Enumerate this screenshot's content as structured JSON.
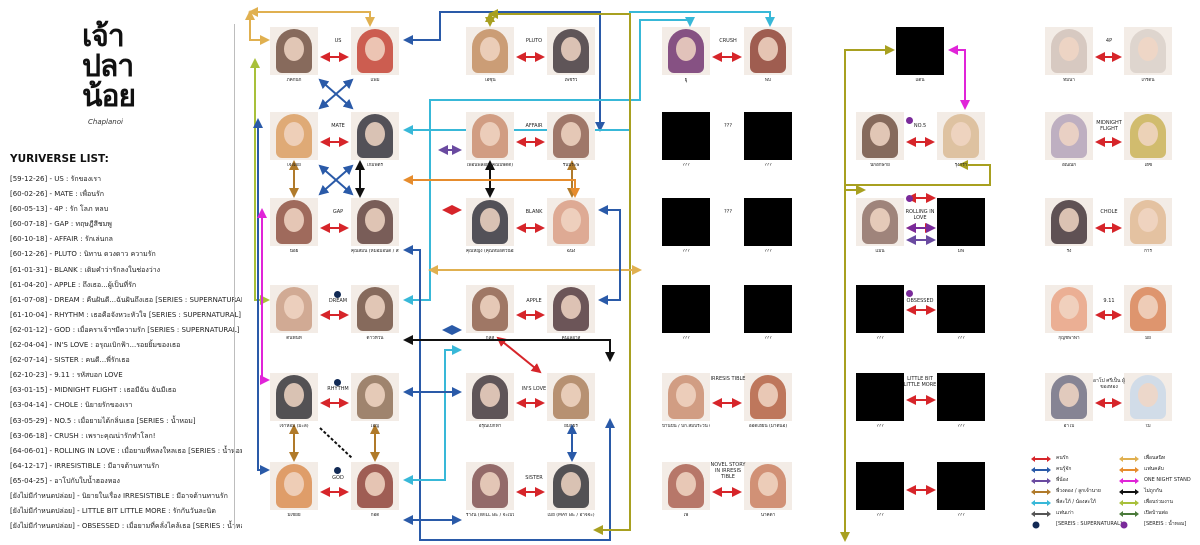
{
  "logo": {
    "lines": [
      "เจ้า",
      "ปลา",
      "น้อย"
    ],
    "signature": "Chaplanoi"
  },
  "list_title": "YURIVERSE LIST:",
  "list": [
    "[59-12-26] - US : รักของเรา",
    "[60-02-26] - MATE : เพื่อนรัก",
    "[60-05-13] - 4P : รัก โลภ หลบ",
    "[60-07-18] - GAP : ทฤษฎีสีชมพู",
    "[60-10-18] - AFFAIR : รักเล่นกล",
    "[60-12-26] - PLUTO : นิทาน ดวงดาว ความรัก",
    "[61-01-31] - BLANK : เติมคำว่ารักลงในช่องว่าง",
    "[61-04-20] - APPLE : ถึงเธอ...ผู้เป็นที่รัก",
    "[61-07-08] - DREAM : คืนฝันดี...ฉันฝันถึงเธอ [SERIES : SUPERNATURAL]",
    "[61-10-04] - RHYTHM : เธอคือจังหวะหัวใจ [SERIES : SUPERNATURAL]",
    "[62-01-12] - GOD : เมื่อคราเจ้าฯมีความรัก [SERIES : SUPERNATURAL]",
    "[62-04-04] - IN'S LOVE : อรุณเบิกฟ้า...รอยยิ้มของเธอ",
    "[62-07-14] - SISTER : คนดี...พี่รักเธอ",
    "[62-10-23] - 9.11 : รหัสบอก LOVE",
    "[63-01-15] - MIDNIGHT FLIGHT : เธอมีฉัน ฉันมีเธอ",
    "[63-04-14] - CHOLE : นิยายรักของเรา",
    "[63-05-29] - NO.5 : เมื่อยามได้กลิ่นเธอ [SERIES : น้ำหอม]",
    "[63-06-18] - CRUSH : เพราะคุณน่ารักทำโลก!",
    "[64-06-01] - ROLLING IN LOVE : เมื่อยามที่หลงใหลเธอ [SERIES : น้ำหอม]",
    "[64-12-17] - IRRESISTIBLE : มีอาจต้านทานรัก",
    "[65-04-25] - อาโปกับใบน้ำฮองหอง",
    "[ยังไม่มีกำหนดปล่อย] - นิยายในเรื่อง IRRESISTIBLE : มีอาจต้านทานรัก",
    "[ยังไม่มีกำหนดปล่อย] - LITTLE BIT LITTLE MORE : รักกันวันละนิด",
    "[ยังไม่มีกำหนดปล่อย] - OBSESSED : เมื่อยามที่คลั่งไคล้เธอ [SERIES : น้ำหอม]"
  ],
  "ships": {
    "us": "US",
    "mate": "MATE",
    "gap": "GAP",
    "dream": "DREAM",
    "rhythm": "RHYTHM",
    "god": "GOD",
    "pluto": "PLUTO",
    "affair": "AFFAIR",
    "blank": "BLANK",
    "apple": "APPLE",
    "ins_love": "IN'S LOVE",
    "sister": "SISTER",
    "crush": "CRUSH",
    "q1": "???",
    "q2": "???",
    "irresistible": "IRRESIS TIBLE",
    "novel": "NOVEL STORY IN IRRESIS TIBLE",
    "no5": "NO.5",
    "rolling": "ROLLING IN LOVE",
    "obsessed": "OBSESSED",
    "lblm": "LITTLE BIT LITTLE MORE",
    "fourp": "4P",
    "midnight": "MIDNIGHT FLIGHT",
    "chole": "CHOLE",
    "nine": "9.11",
    "apo": "อาโป ศรีเป็น ผู้ของหอง"
  },
  "characters": {
    "c1": "ภคกนิก",
    "c2": "แพม",
    "c3": "เจ็งเอย",
    "c4": "เกมพิตร",
    "c5": "น้อย",
    "c6": "คุณสมน (หมอมอนด / สมณน์มอย)",
    "c7": "ดินฟันท์",
    "c8": "ดาวห้วน",
    "c9": "เจ้าหอม (มะลิ)",
    "c10": "เอญ",
    "c11": "มีเชียย",
    "c12": "ก็อด",
    "c13": "ไอซุ่น",
    "c14": "เพชรวี",
    "c15": "เพื่อนพลอย (คณปพัตต์)",
    "c16": "รินประพ",
    "c17": "คุณหญิง (คุณหมอตัวน้อย)",
    "c18": "ฉนั้ง",
    "c19": "กลิส",
    "c20": "คนเลอาส",
    "c21": "อรุณเบิกฟ้า",
    "c22": "ยิ้มกุยร",
    "c23": "ร้างนี (WILL BE / จะเป็น)",
    "c24": "เมย์ (MAY BE / อาจจะ)",
    "c25": "ยู",
    "c26": "พีบี",
    "c27": "???",
    "c28": "???",
    "c29": "???",
    "c30": "???",
    "c31": "???",
    "c32": "???",
    "c33": "ป้านป้น / บก.สมประวัน (สัง)",
    "c34": "ออดเฮียน (มาตนอ)",
    "c35": "เฟิ",
    "c36": "นาคดา",
    "c37": "แดน",
    "c38": "นักอักษาย",
    "c39": "รุ้งกิรา",
    "c40": "แมน",
    "c41": "มีฟ",
    "c42": "???",
    "c43": "???",
    "c44": "???",
    "c45": "???",
    "c46": "???",
    "c47": "???",
    "c48": "ทีมนา",
    "c49": "เกรดีน",
    "c50": "อัณณิก",
    "c51": "ไฮซี",
    "c52": "รัง",
    "c53": "ก้าร์",
    "c54": "กุญชพาฟา",
    "c55": "มีย",
    "c56": "อาโป",
    "c57": "ใบ"
  },
  "legend": [
    {
      "label": "คนรัก",
      "color": "#d6252a",
      "style": "double"
    },
    {
      "label": "คนรู้จัก",
      "color": "#2a5aa8",
      "style": "double"
    },
    {
      "label": "พี่น้อง",
      "color": "#6a4aa0",
      "style": "double"
    },
    {
      "label": "พี่วงดอง / ลูกเจ้านาย",
      "color": "#b07a2a",
      "style": "double"
    },
    {
      "label": "พี่สะใภ้ / น้องสะใภ้",
      "color": "#38b8d8",
      "style": "double"
    },
    {
      "label": "แฟนเก่า",
      "color": "#555555",
      "style": "double"
    },
    {
      "label": "[SEREIS : SUPERNATURAL]",
      "color": "#122a55",
      "style": "dot"
    },
    {
      "label": "เพื่อนสนิท",
      "color": "#e0b050",
      "style": "double"
    },
    {
      "label": "แฟนคลับ",
      "color": "#e68c2d",
      "style": "double"
    },
    {
      "label": "ONE NIGHT STAND",
      "color": "#e024d8",
      "style": "double"
    },
    {
      "label": "ไม่ถูกกัน",
      "color": "#111111",
      "style": "double"
    },
    {
      "label": "เพื่อนร่วมงาน",
      "color": "#a8c03a",
      "style": "double"
    },
    {
      "label": "เปิดบ้านพ่อ",
      "color": "#4a7a3a",
      "style": "double"
    },
    {
      "label": "[SEREIS : น้ำหอม]",
      "color": "#7a2a9a",
      "style": "dot"
    }
  ],
  "colors": {
    "lover": "#d6252a",
    "acquaint": "#2a5aa8",
    "sibling": "#6a4aa0",
    "family": "#b07a2a",
    "inlaw": "#38b8d8",
    "ex": "#555555",
    "friend": "#e0b050",
    "fan": "#e68c2d",
    "ons": "#e024d8",
    "enemy": "#111111",
    "coworker": "#a8c03a",
    "olive": "#a8a020",
    "supernatural": "#122a55",
    "perfume": "#7a2a9a"
  }
}
